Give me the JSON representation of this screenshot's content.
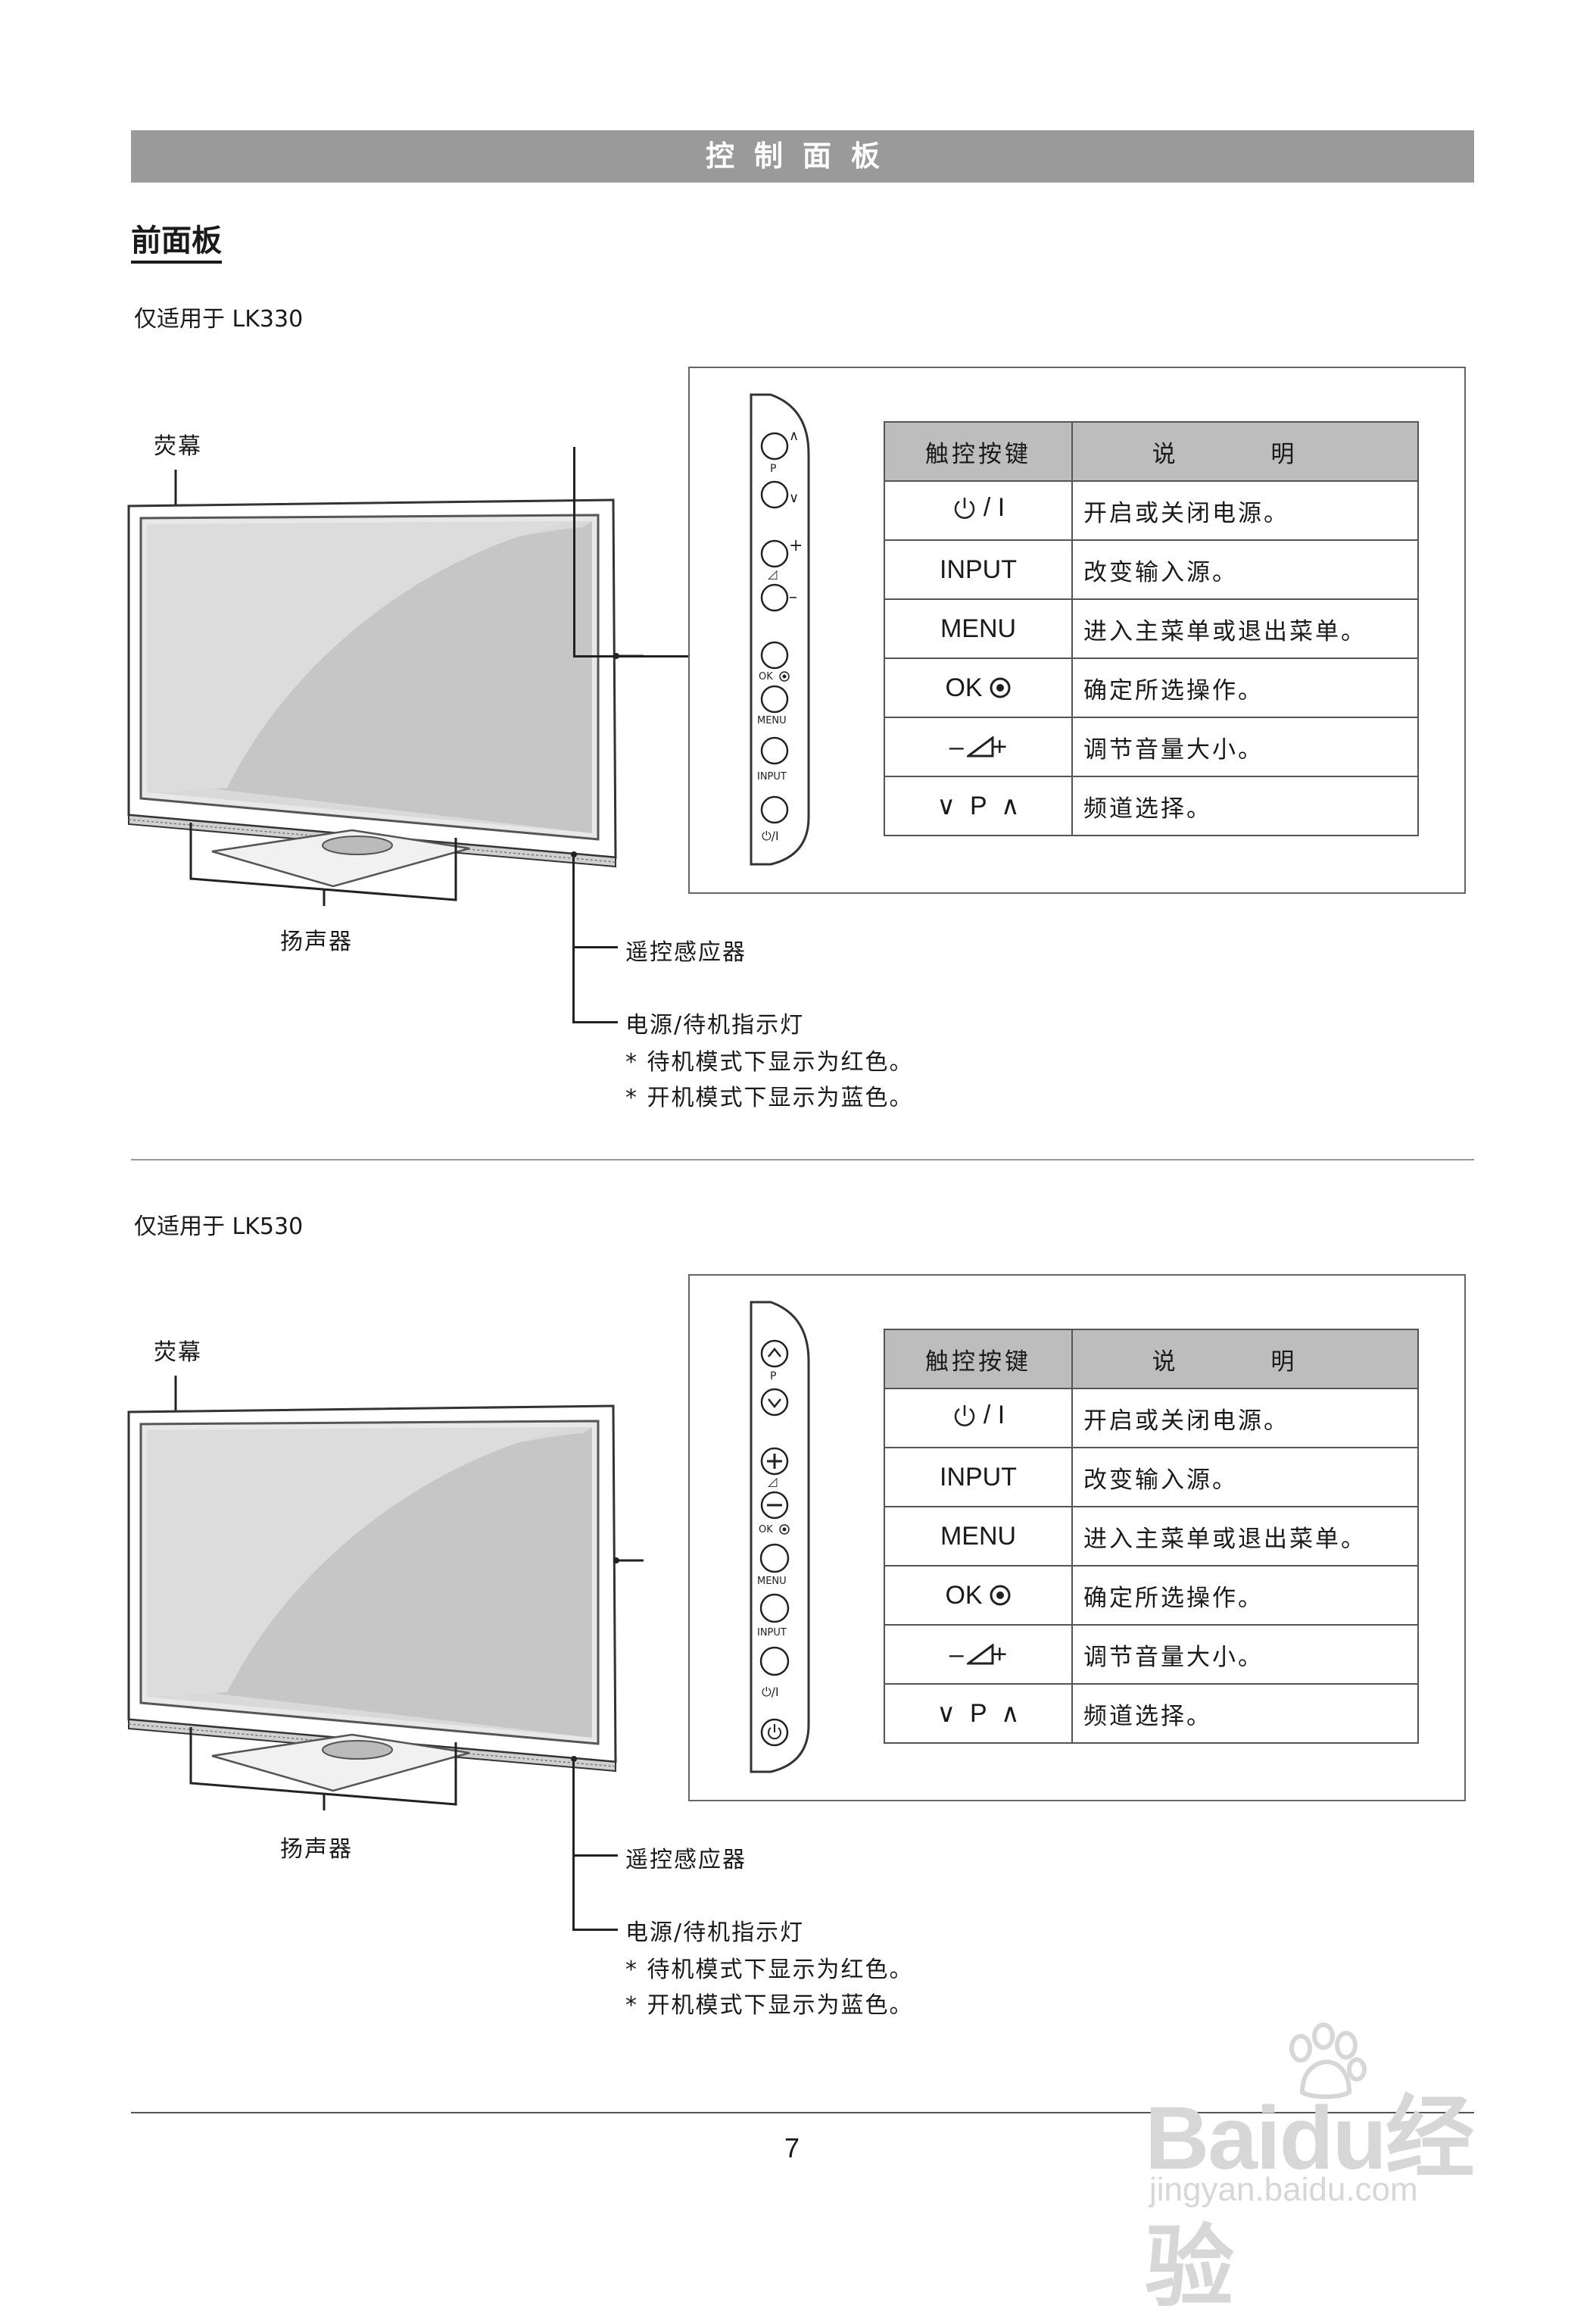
{
  "page": {
    "title": "控制面板",
    "section_heading": "前面板",
    "page_number": "7",
    "watermark_main": "Baidu经验",
    "watermark_sub": "jingyan.baidu.com"
  },
  "sections": [
    {
      "model_note": "仅适用于 LK330",
      "labels": {
        "screen": "荧幕",
        "speaker": "扬声器",
        "remote_sensor": "遥控感应器",
        "power_indicator": "电源/待机指示灯",
        "note_standby": "* 待机模式下显示为红色。",
        "note_on": "* 开机模式下显示为蓝色。"
      },
      "strip_labels": {
        "p": "P",
        "ok": "OK",
        "menu": "MENU",
        "input": "INPUT",
        "power": "⏻/I"
      },
      "table": {
        "header_key": "触控按键",
        "header_desc": "说 明",
        "rows": [
          {
            "key": "/ I",
            "desc": "开启或关闭电源。"
          },
          {
            "key": "INPUT",
            "desc": "改变输入源。"
          },
          {
            "key": "MENU",
            "desc": "进入主菜单或退出菜单。"
          },
          {
            "key": "OK",
            "desc": "确定所选操作。"
          },
          {
            "key": "–    +",
            "desc": "调节音量大小。"
          },
          {
            "key": "∨  P  ∧",
            "desc": "频道选择。"
          }
        ]
      }
    },
    {
      "model_note": "仅适用于 LK530",
      "labels": {
        "screen": "荧幕",
        "speaker": "扬声器",
        "remote_sensor": "遥控感应器",
        "power_indicator": "电源/待机指示灯",
        "note_standby": "* 待机模式下显示为红色。",
        "note_on": "* 开机模式下显示为蓝色。"
      },
      "strip_labels": {
        "p": "P",
        "ok": "OK",
        "menu": "MENU",
        "input": "INPUT",
        "power": "⏻/I"
      },
      "table": {
        "header_key": "触控按键",
        "header_desc": "说 明",
        "rows": [
          {
            "key": "/ I",
            "desc": "开启或关闭电源。"
          },
          {
            "key": "INPUT",
            "desc": "改变输入源。"
          },
          {
            "key": "MENU",
            "desc": "进入主菜单或退出菜单。"
          },
          {
            "key": "OK",
            "desc": "确定所选操作。"
          },
          {
            "key": "–    +",
            "desc": "调节音量大小。"
          },
          {
            "key": "∨  P  ∧",
            "desc": "频道选择。"
          }
        ]
      }
    }
  ]
}
